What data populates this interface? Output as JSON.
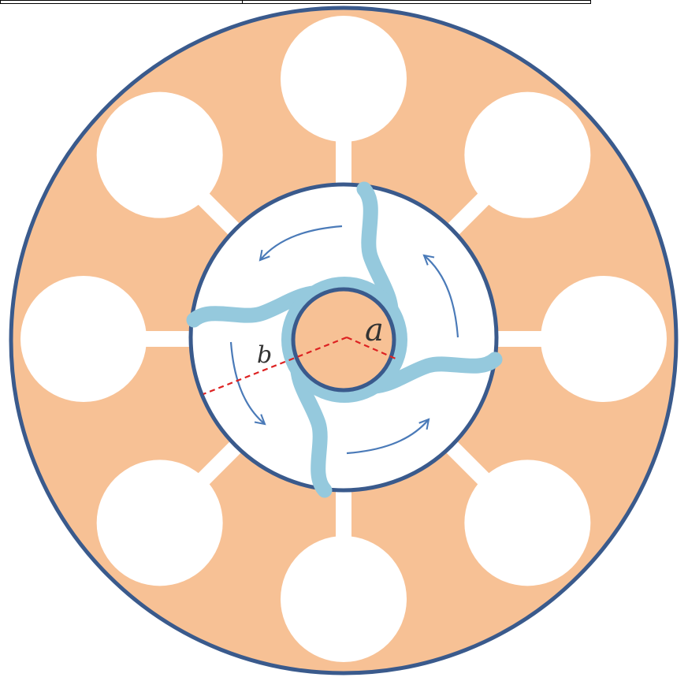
{
  "labels": {
    "inner_radius": "a",
    "outer_radius": "b"
  },
  "colors": {
    "outline": "#3a5a8c",
    "fill": "#f7c195",
    "cavity": "#ffffff",
    "rotor": "#95c9dd",
    "arrow": "#4a7ab8",
    "radius_line": "#dd2222",
    "label": "#333333"
  },
  "outer_cavity_count": 8,
  "rotor_blade_count": 4,
  "rotation_arrow_count": 4,
  "rotation_direction": "counter-clockwise"
}
